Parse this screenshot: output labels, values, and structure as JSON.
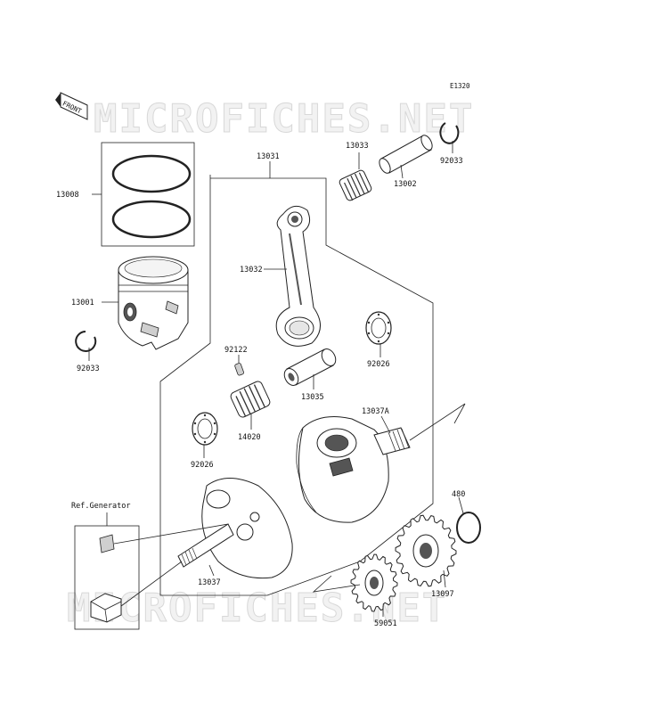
{
  "diagram_code": "E1320",
  "front_label": "FRONT",
  "watermark": "MICROFICHES.NET",
  "ref_label": "Ref.Generator",
  "parts": {
    "rings": "13008",
    "piston": "13001",
    "circlip_left": "92033",
    "assembly": "13031",
    "needle_bearing_small": "13033",
    "piston_pin": "13002",
    "circlip_right": "92033",
    "conrod": "13032",
    "pin_key": "92122",
    "washer_upper": "92026",
    "crank_pin": "13035",
    "needle_bearing_big": "14020",
    "washer_lower": "92026",
    "crank_right": "13037A",
    "ring_480": "480",
    "crank_left": "13037",
    "gear_large": "13097",
    "gear_small": "59051"
  }
}
